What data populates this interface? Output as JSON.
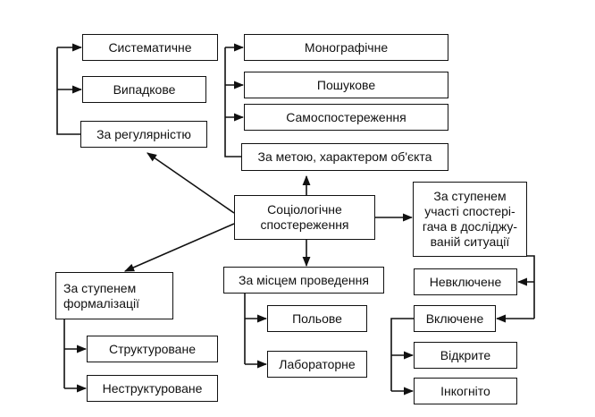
{
  "diagram": {
    "center": "Соціологічне\nспостереження",
    "regularity": {
      "title": "За регулярністю",
      "items": [
        "Систематичне",
        "Випадкове"
      ]
    },
    "purpose": {
      "title": "За метою, характером об'єкта",
      "items": [
        "Монографічне",
        "Пошукове",
        "Самоспостереження"
      ]
    },
    "participation": {
      "title": "За ступенем\nучасті спостері-\nгача в досліджу-\nваній ситуації",
      "items": [
        "Невключене",
        "Включене"
      ],
      "sub_items": [
        "Відкрите",
        "Інкогніто"
      ]
    },
    "formalization": {
      "title": "За ступенем\nформалізації",
      "items": [
        "Структуроване",
        "Неструктуроване"
      ]
    },
    "place": {
      "title": "За місцем проведення",
      "items": [
        "Польове",
        "Лабораторне"
      ]
    },
    "colors": {
      "line": "#111111",
      "box_border": "#111111",
      "background": "#ffffff"
    }
  }
}
